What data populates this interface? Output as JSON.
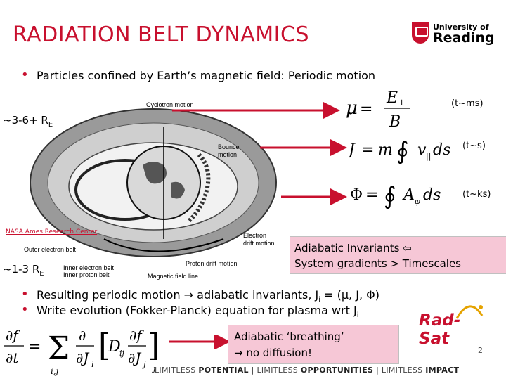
{
  "slide": {
    "title": "RADIATION BELT DYNAMICS",
    "logo": {
      "line1": "University of",
      "line2": "Reading"
    },
    "bullet1": "Particles confined by Earth’s magnetic field: Periodic motion",
    "region_outer": "~3-6+ R",
    "region_outer_sub": "E",
    "region_inner": "~1-3 R",
    "region_inner_sub": "E",
    "image_credit": "NASA Ames Research Center",
    "diagram_labels": {
      "cyclotron": "Cyclotron motion",
      "bounce": "Bounce\nmotion",
      "electron_drift": "Electron\ndrift motion",
      "outer_belt": "Outer electron belt",
      "proton_drift": "Proton drift motion",
      "inner_electron": "Inner electron belt",
      "inner_proton": "Inner proton belt",
      "field_line": "Magnetic field line"
    },
    "invariants": [
      {
        "timescale": "(t~ms)"
      },
      {
        "timescale": "(t~s)"
      },
      {
        "timescale": "(t~ks)"
      }
    ],
    "adiabatic_box": {
      "line1": "Adiabatic Invariants ⇦",
      "line2": "System gradients > Timescales"
    },
    "bullet2": "Resulting periodic motion → adiabatic invariants, J",
    "bullet2_sub": "i",
    "bullet2_tail": " = (μ, J, Φ)",
    "bullet3": "Write evolution (Fokker-Planck) equation for plasma wrt J",
    "bullet3_sub": "i",
    "breathing_box": {
      "line1": "Adiabatic ‘breathing’",
      "line2": "→ no diffusion!"
    },
    "radsat": "Rad-Sat",
    "page_number": "2",
    "footer": {
      "p1": "LIMITLESS ",
      "p1b": "POTENTIAL",
      "sep1": " | LIMITLESS ",
      "p2b": "OPPORTUNITIES",
      "sep2": " | LIMITLESS ",
      "p3b": "IMPACT"
    }
  },
  "colors": {
    "accent": "#c8102e",
    "box_fill": "#f6c7d6"
  }
}
